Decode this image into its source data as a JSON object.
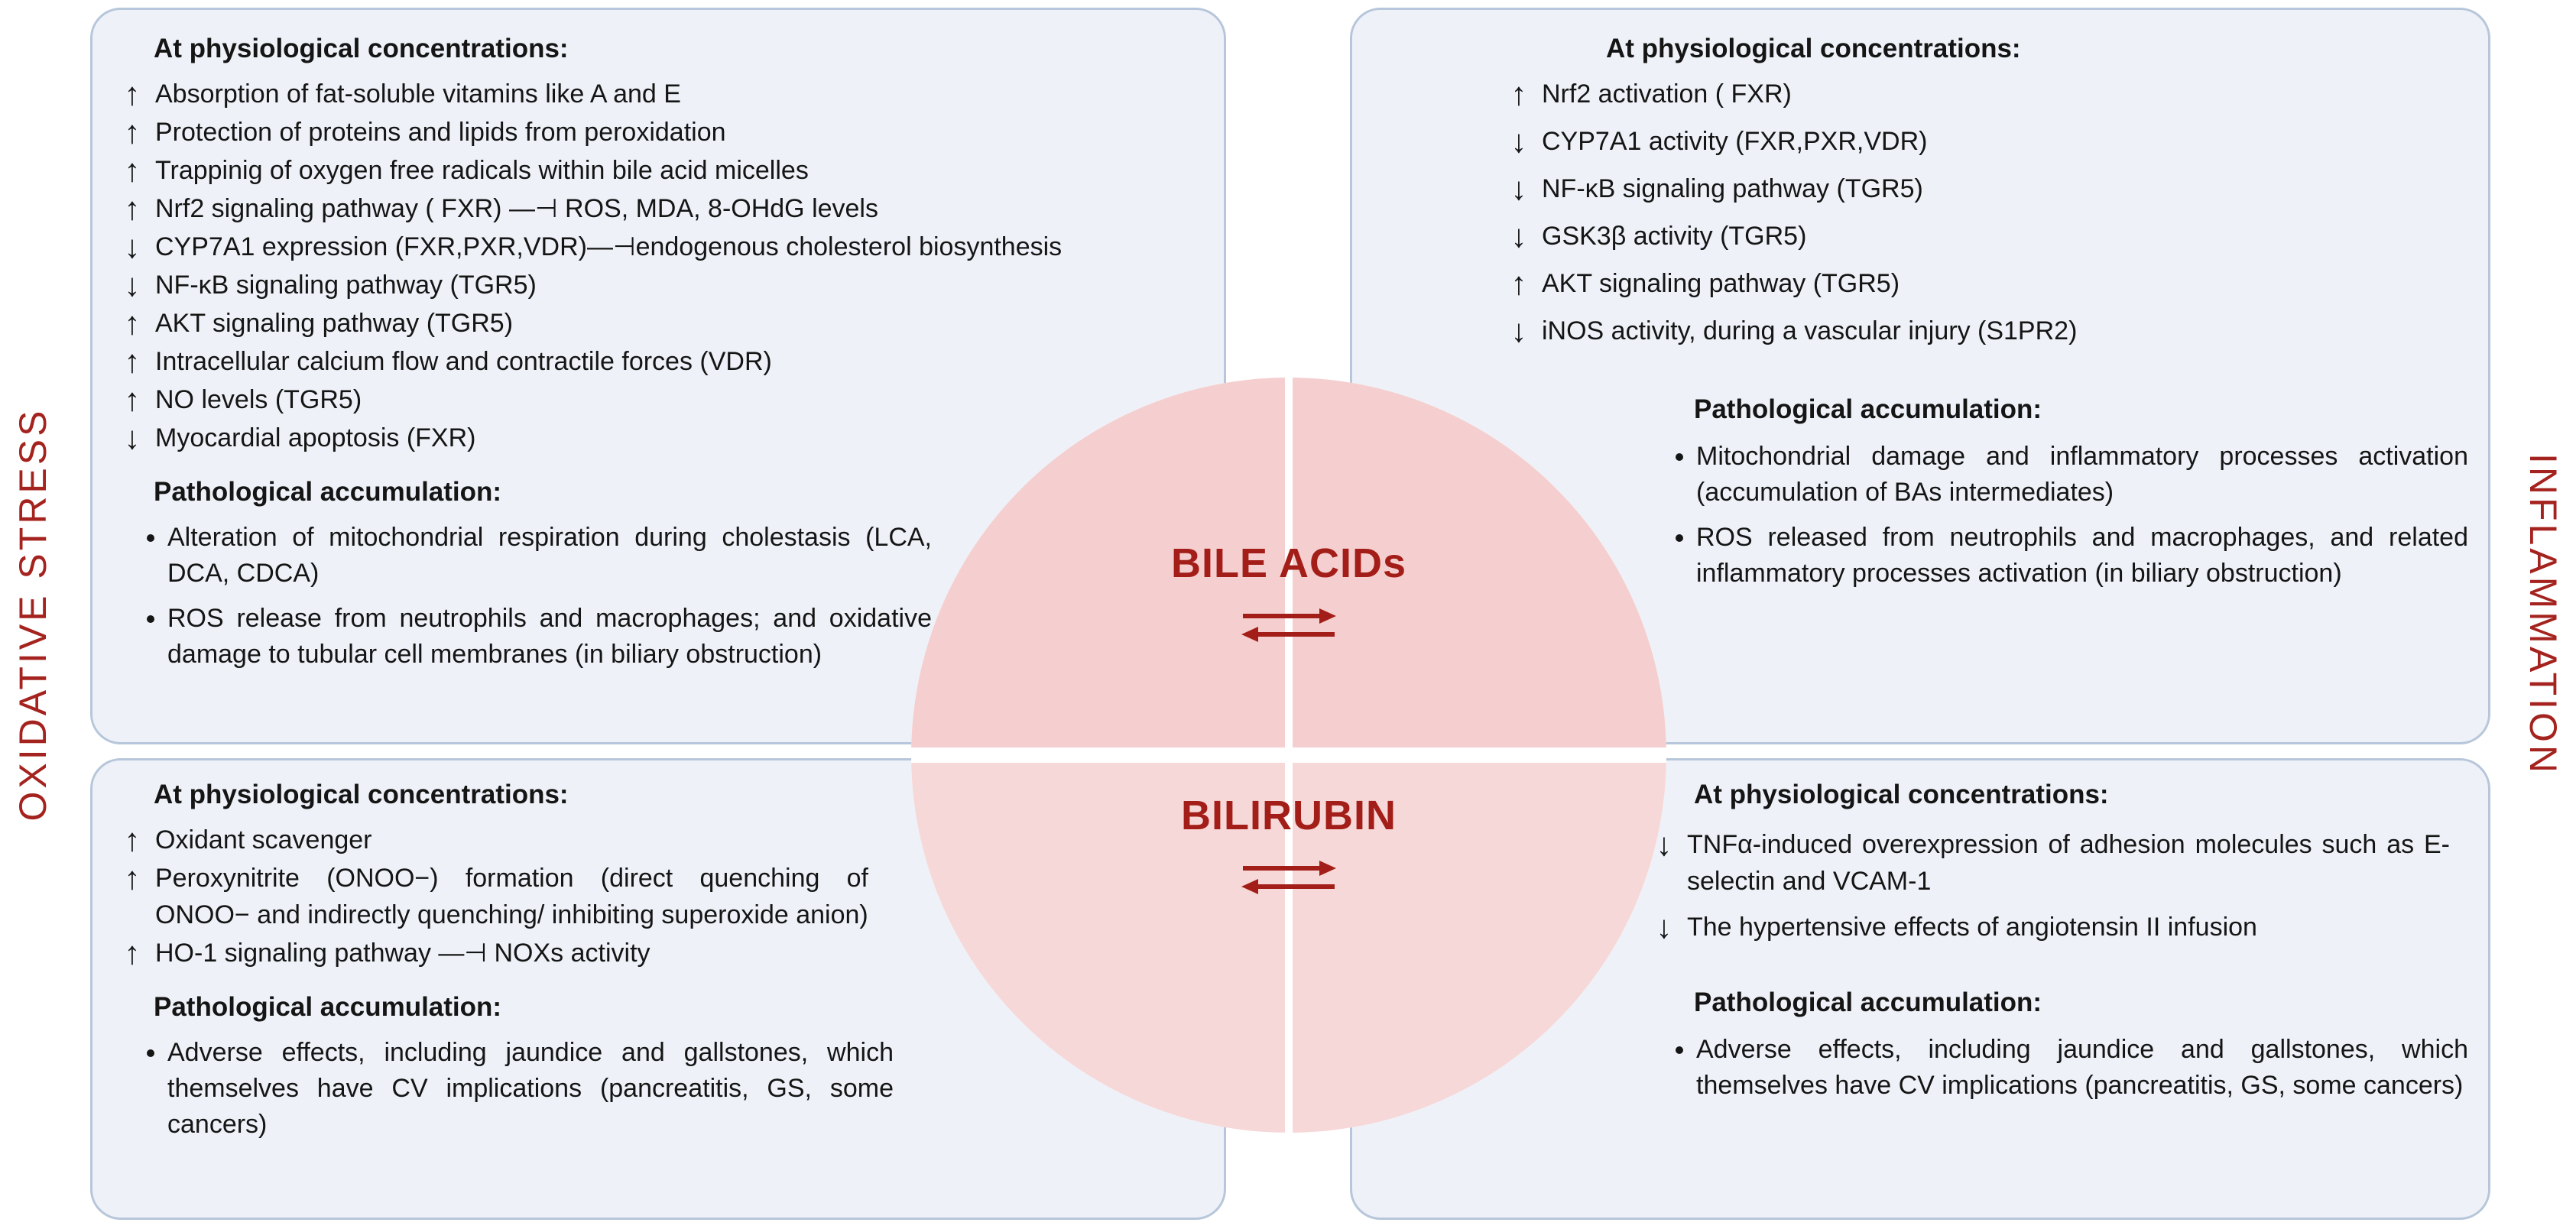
{
  "figure": {
    "left_axis_label": "OXIDATIVE STRESS",
    "right_axis_label": "INFLAMMATION"
  },
  "center": {
    "top_title": "BILE ACIDs",
    "bottom_title": "BILIRUBIN"
  },
  "headings": {
    "physiological": "At physiological concentrations:",
    "pathological": "Pathological accumulation:"
  },
  "colors": {
    "accent_red": "#a31e18",
    "panel_bg": "#eef2f8",
    "panel_border": "#b7c6da",
    "circle_pink_top": "#f5cfcf",
    "circle_pink_bottom": "#f7d8d8"
  },
  "panels": {
    "top_left": {
      "phys": [
        {
          "arrow": "↑",
          "text": "Absorption of fat-soluble vitamins like A and E"
        },
        {
          "arrow": "↑",
          "text": "Protection of proteins and lipids from peroxidation"
        },
        {
          "arrow": "↑",
          "text": "Trappinig of oxygen free radicals within bile acid micelles"
        },
        {
          "arrow": "↑",
          "text": "Nrf2 signaling pathway ( FXR) —⊣ ROS, MDA, 8-OHdG levels"
        },
        {
          "arrow": "↓",
          "text": "CYP7A1 expression (FXR,PXR,VDR)—⊣endogenous cholesterol biosynthesis"
        },
        {
          "arrow": "↓",
          "text": "NF-κB signaling pathway (TGR5)"
        },
        {
          "arrow": "↑",
          "text": "AKT signaling pathway (TGR5)"
        },
        {
          "arrow": "↑",
          "text": "Intracellular calcium flow and contractile forces (VDR)"
        },
        {
          "arrow": "↑",
          "text": "NO levels (TGR5)"
        },
        {
          "arrow": "↓",
          "text": "Myocardial apoptosis (FXR)"
        }
      ],
      "path": [
        "Alteration of mitochondrial respiration during cholestasis (LCA, DCA, CDCA)",
        "ROS release from neutrophils and macrophages; and oxidative damage to tubular cell membranes (in biliary obstruction)"
      ]
    },
    "top_right": {
      "phys": [
        {
          "arrow": "↑",
          "text": "Nrf2 activation ( FXR)"
        },
        {
          "arrow": "↓",
          "text": "CYP7A1 activity (FXR,PXR,VDR)"
        },
        {
          "arrow": "↓",
          "text": "NF-κB signaling pathway (TGR5)"
        },
        {
          "arrow": "↓",
          "text": "GSK3β activity (TGR5)"
        },
        {
          "arrow": "↑",
          "text": "AKT signaling pathway (TGR5)"
        },
        {
          "arrow": "↓",
          "text": "iNOS activity, during a vascular injury (S1PR2)"
        }
      ],
      "path": [
        "Mitochondrial damage and inflammatory processes activation (accumulation of BAs intermediates)",
        "ROS released from neutrophils and macrophages, and related inflammatory processes activation (in biliary obstruction)"
      ]
    },
    "bottom_left": {
      "phys": [
        {
          "arrow": "↑",
          "text": "Oxidant scavenger"
        },
        {
          "arrow": "↑",
          "text": "Peroxynitrite (ONOO−) formation (direct quenching of ONOO− and indirectly quenching/ inhibiting superoxide anion)"
        },
        {
          "arrow": "↑",
          "text": "HO-1 signaling pathway —⊣ NOXs activity"
        }
      ],
      "path": [
        "Adverse effects, including jaundice and gallstones, which themselves have CV implications (pancreatitis, GS, some cancers)"
      ]
    },
    "bottom_right": {
      "phys": [
        {
          "arrow": "↓",
          "text": "TNFα-induced overexpression of adhesion molecules such as E-selectin and VCAM-1"
        },
        {
          "arrow": "↓",
          "text": "The hypertensive effects of angiotensin II infusion"
        }
      ],
      "path": [
        "Adverse effects, including jaundice and gallstones, which themselves have CV implications (pancreatitis, GS, some cancers)"
      ]
    }
  }
}
